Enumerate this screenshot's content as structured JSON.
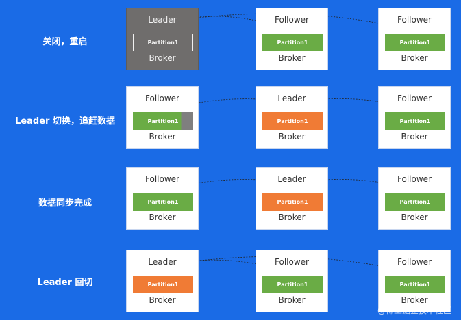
{
  "rows": [
    {
      "label": "关闭，重启",
      "brokers": [
        {
          "role": "Leader",
          "partition": "Partition1",
          "name": "Broker"
        },
        {
          "role": "Follower",
          "partition": "Partition1",
          "name": "Broker"
        },
        {
          "role": "Follower",
          "partition": "Partition1",
          "name": "Broker"
        }
      ]
    },
    {
      "label": "Leader 切换，追赶数据",
      "brokers": [
        {
          "role": "Follower",
          "partition": "Partition1",
          "name": "Broker"
        },
        {
          "role": "Leader",
          "partition": "Partition1",
          "name": "Broker"
        },
        {
          "role": "Follower",
          "partition": "Partition1",
          "name": "Broker"
        }
      ]
    },
    {
      "label": "数据同步完成",
      "brokers": [
        {
          "role": "Follower",
          "partition": "Partition1",
          "name": "Broker"
        },
        {
          "role": "Leader",
          "partition": "Partition1",
          "name": "Broker"
        },
        {
          "role": "Follower",
          "partition": "Partition1",
          "name": "Broker"
        }
      ]
    },
    {
      "label": "Leader 回切",
      "brokers": [
        {
          "role": "Leader",
          "partition": "Partition1",
          "name": "Broker"
        },
        {
          "role": "Follower",
          "partition": "Partition1",
          "name": "Broker"
        },
        {
          "role": "Follower",
          "partition": "Partition1",
          "name": "Broker"
        }
      ]
    }
  ],
  "watermark": "@稀土掘金技术社区",
  "colors": {
    "background": "#1a6be6",
    "leader_partition": "#f07b35",
    "follower_partition": "#6aac45",
    "offline_broker": "#6f6d6c",
    "lagging_segment": "#7f7f7f"
  }
}
